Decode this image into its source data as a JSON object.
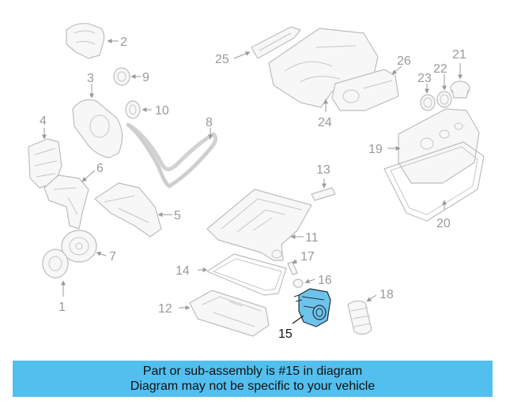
{
  "callouts": {
    "c1": "1",
    "c2": "2",
    "c3": "3",
    "c4": "4",
    "c5": "5",
    "c6": "6",
    "c7": "7",
    "c8": "8",
    "c9": "9",
    "c10": "10",
    "c11": "11",
    "c12": "12",
    "c13": "13",
    "c14": "14",
    "c15": "15",
    "c16": "16",
    "c17": "17",
    "c18": "18",
    "c19": "19",
    "c20": "20",
    "c21": "21",
    "c22": "22",
    "c23": "23",
    "c24": "24",
    "c25": "25",
    "c26": "26"
  },
  "highlighted_part": "15",
  "colors": {
    "highlight_fill": "#6ec3ea",
    "banner": "#53bfef",
    "lines": "#bdbdbd"
  },
  "banner": {
    "line1": "Part or sub-assembly is #15 in diagram",
    "line2": "Diagram may not be specific to your vehicle"
  }
}
